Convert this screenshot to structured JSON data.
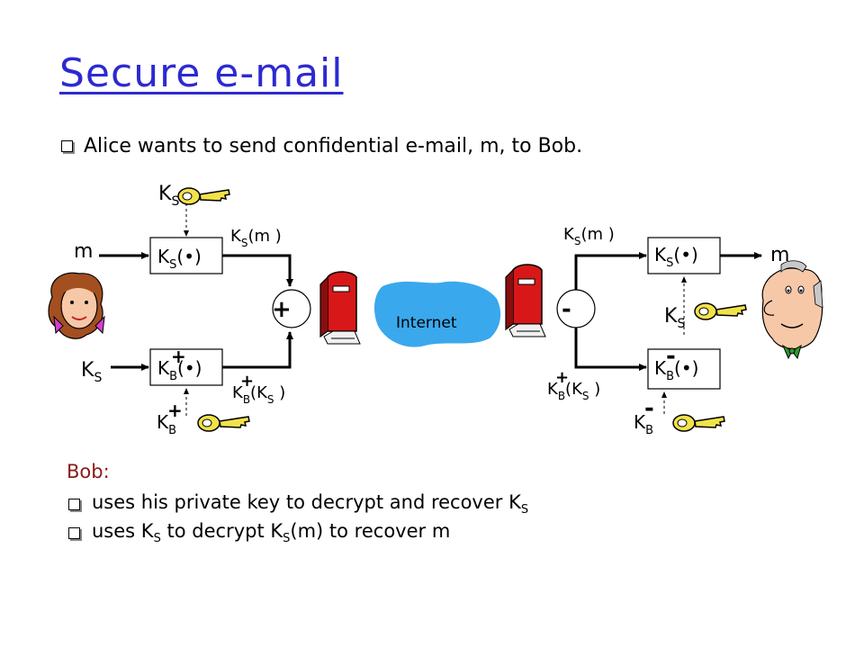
{
  "title": "Secure e-mail",
  "intro": "Alice wants to send confidential e-mail, m, to Bob.",
  "diagram": {
    "message_in": "m",
    "message_out": "m",
    "key_sym": "K",
    "sub_s": "S",
    "sub_b": "B",
    "plus": "+",
    "minus": "-",
    "func_arg": "(•)",
    "enc_m": "(m )",
    "enc_k_open": "(K",
    "close_paren": " )",
    "internet": "Internet",
    "combiner_plus": "+"
  },
  "bob": {
    "heading": "Bob:",
    "line1_text": "uses his private key to decrypt and recover K",
    "line1_sub": "S",
    "line2_a": "uses K",
    "line2_sub1": "S",
    "line2_b": " to decrypt K",
    "line2_sub2": "S",
    "line2_c": "(m) to recover m"
  }
}
